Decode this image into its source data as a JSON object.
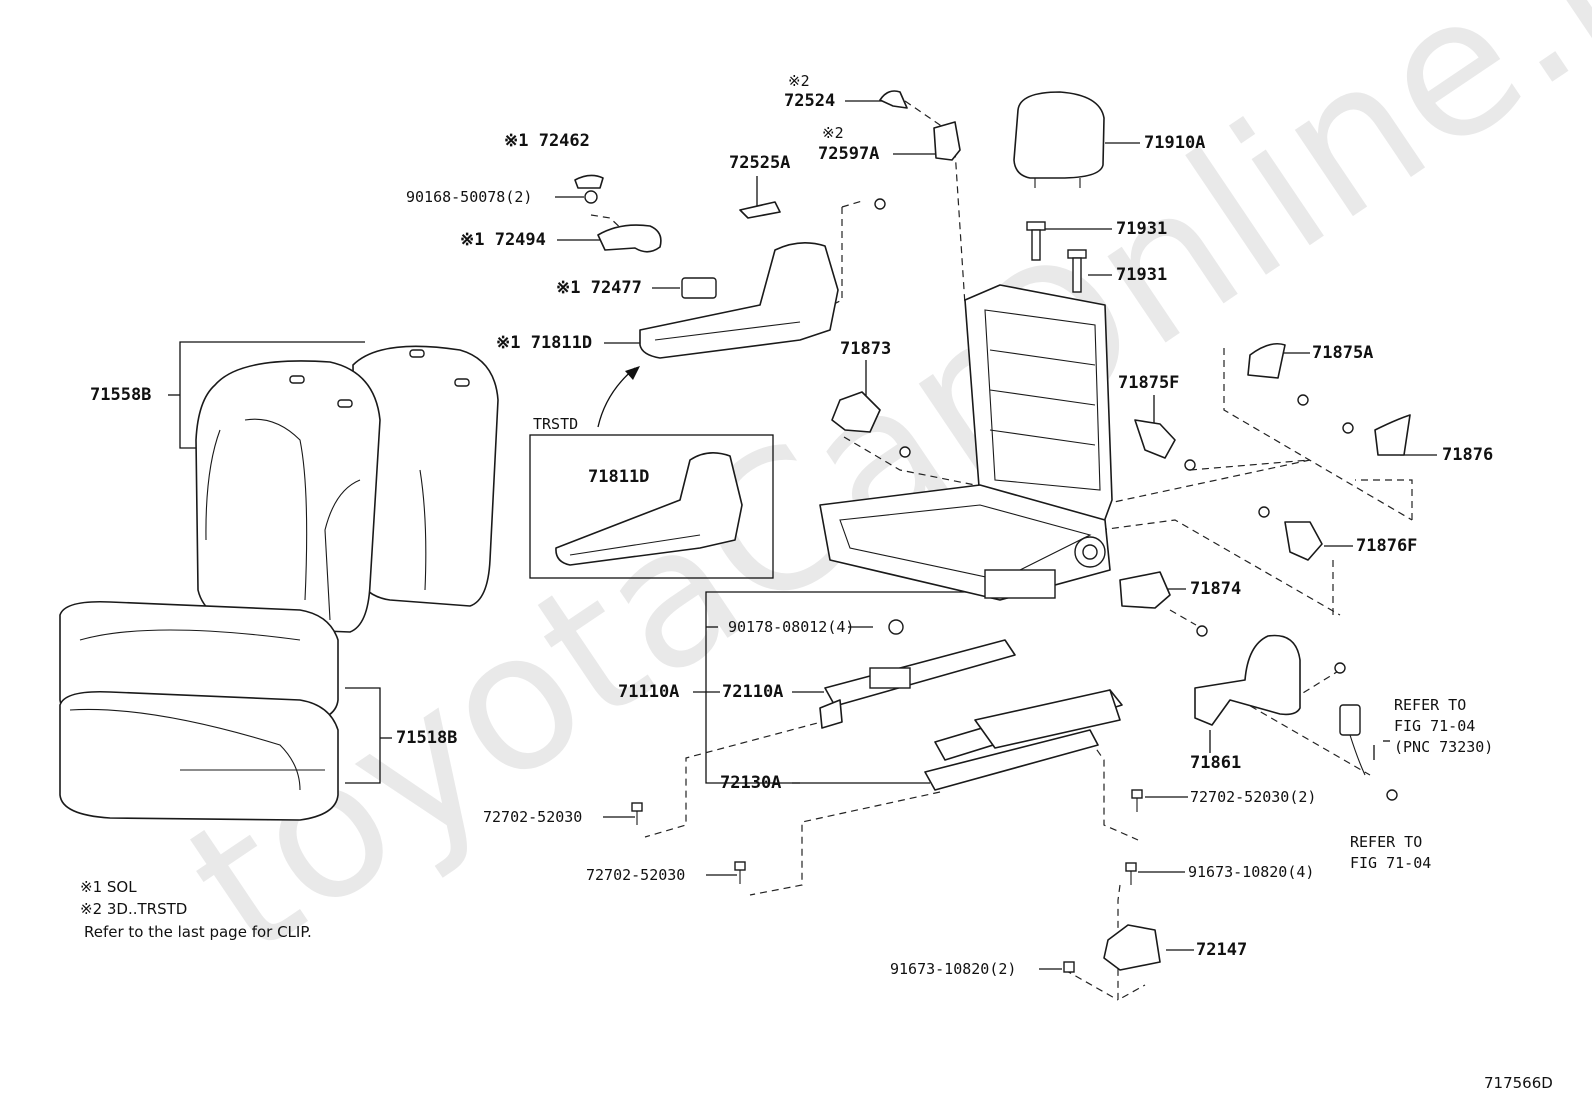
{
  "watermark": "toyotaCarOnline.ru",
  "figure_id": "717566D",
  "notes": [
    "※1 SOL",
    "※2 3D..TRSTD",
    "Refer to the last page for CLIP."
  ],
  "inset": {
    "caption": "TRSTD",
    "part": "71811D"
  },
  "labels": {
    "p72524_mark": "※2",
    "p72524": "72524",
    "p72597a_mark": "※2",
    "p72597a": "72597A",
    "p72462": "※1 72462",
    "p90168": "90168-50078(2)",
    "p72494": "※1 72494",
    "p72477": "※1 72477",
    "p72525a": "72525A",
    "p71811d": "※1 71811D",
    "p71910a": "71910A",
    "p71931_a": "71931",
    "p71931_b": "71931",
    "p71558b": "71558B",
    "p71873": "71873",
    "p71875f": "71875F",
    "p71875a": "71875A",
    "p71876": "71876",
    "p71876f": "71876F",
    "p71874": "71874",
    "p90178": "90178-08012(4)",
    "p71110a": "71110A",
    "p72110a": "72110A",
    "p72130a": "72130A",
    "p71518b": "71518B",
    "p71861": "71861",
    "refer1": [
      "REFER TO",
      "FIG 71-04",
      "(PNC 73230)"
    ],
    "refer2": [
      "REFER TO",
      "FIG 71-04"
    ],
    "p72702_left": "72702-52030",
    "p72702_right": "72702-52030(2)",
    "p72702_bottom": "72702-52030",
    "p91673_4": "91673-10820(4)",
    "p91673_2": "91673-10820(2)",
    "p72147": "72147"
  }
}
